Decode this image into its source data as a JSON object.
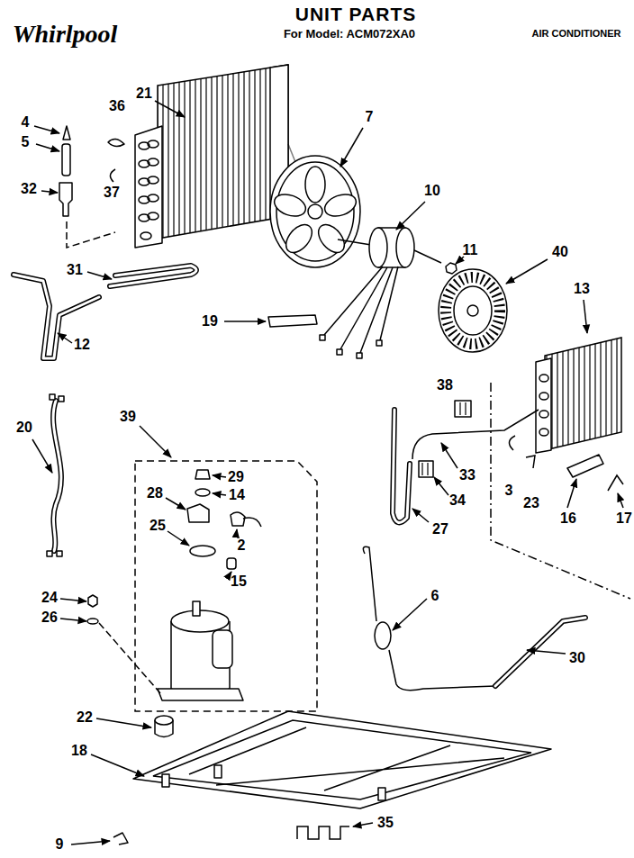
{
  "diagram": {
    "title": "UNIT PARTS",
    "labels": [
      "Whirlpool",
      "For Model: ACM072XA0",
      "AIR CONDITIONER",
      "4",
      "36",
      "21",
      "7",
      "5",
      "10",
      "32",
      "37",
      "11",
      "40",
      "13",
      "31",
      "19",
      "12",
      "38",
      "20",
      "39",
      "29",
      "28",
      "14",
      "25",
      "2",
      "15",
      "33",
      "34",
      "3",
      "23",
      "16",
      "17",
      "27",
      "6",
      "30",
      "24",
      "26",
      "22",
      "18",
      "9",
      "35"
    ]
  }
}
